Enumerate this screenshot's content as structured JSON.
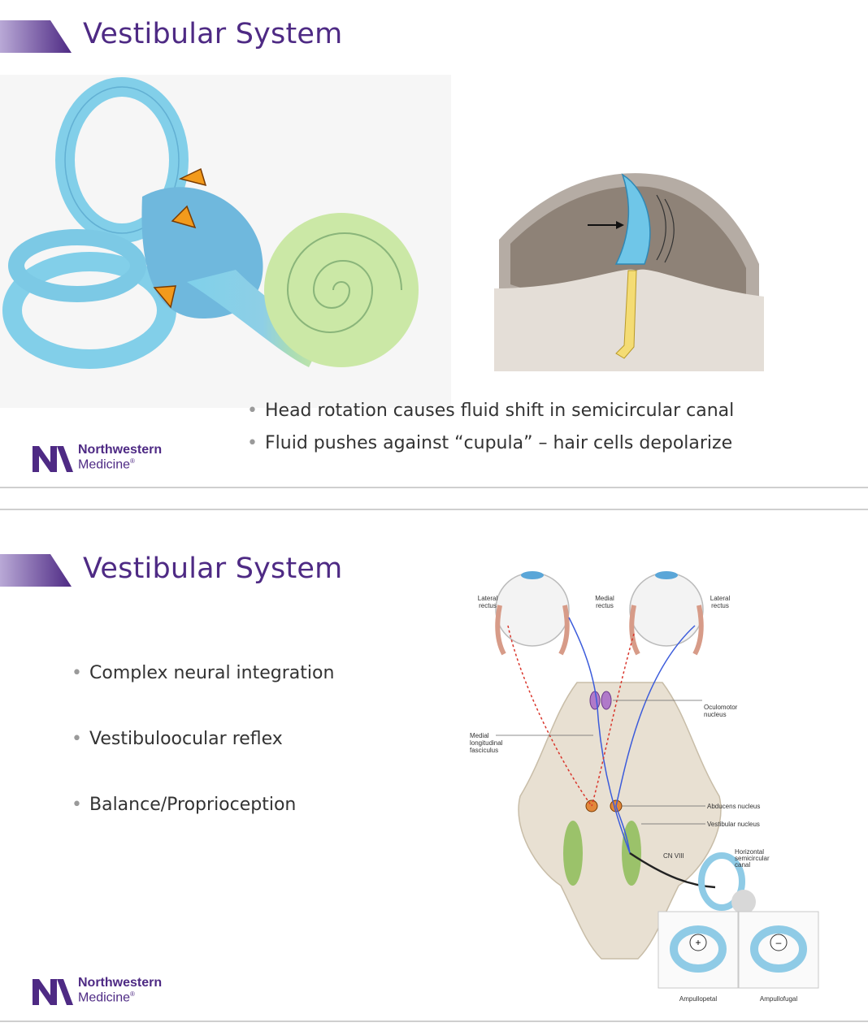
{
  "colors": {
    "purple": "#4e2a84",
    "bullet_dot": "#9a9a9a",
    "divider": "#cfcfcf"
  },
  "slide1": {
    "title": "Vestibular System",
    "bullets": [
      "Head rotation causes fluid shift in semicircular canal",
      "Fluid pushes against “cupula” – hair cells depolarize"
    ],
    "logo": {
      "line1": "Northwestern",
      "line2": "Medicine",
      "reg": "®"
    },
    "figures": [
      "inner-ear-labyrinth-illustration",
      "cupula-deflection-illustration"
    ]
  },
  "slide2": {
    "title": "Vestibular System",
    "bullets": [
      "Complex neural integration",
      "Vestibuloocular reflex",
      "Balance/Proprioception"
    ],
    "logo": {
      "line1": "Northwestern",
      "line2": "Medicine",
      "reg": "®"
    },
    "diagram": {
      "labels": {
        "lateral_rectus_left": [
          "Lateral",
          "rectus"
        ],
        "medial_rectus": [
          "Medial",
          "rectus"
        ],
        "lateral_rectus_right": [
          "Lateral",
          "rectus"
        ],
        "oculomotor_nucleus": [
          "Oculomotor",
          "nucleus"
        ],
        "mlf": [
          "Medial",
          "longitudinal",
          "fasciculus"
        ],
        "abducens_nucleus": "Abducens nucleus",
        "vestibular_nucleus": "Vestibular nucleus",
        "cn8": "CN VIII",
        "horizontal_canal": [
          "Horizontal",
          "semicircular",
          "canal"
        ],
        "ampullopetal": "Ampullopetal",
        "ampullofugal": "Ampullofugal",
        "plus": "+",
        "minus": "–"
      }
    }
  }
}
